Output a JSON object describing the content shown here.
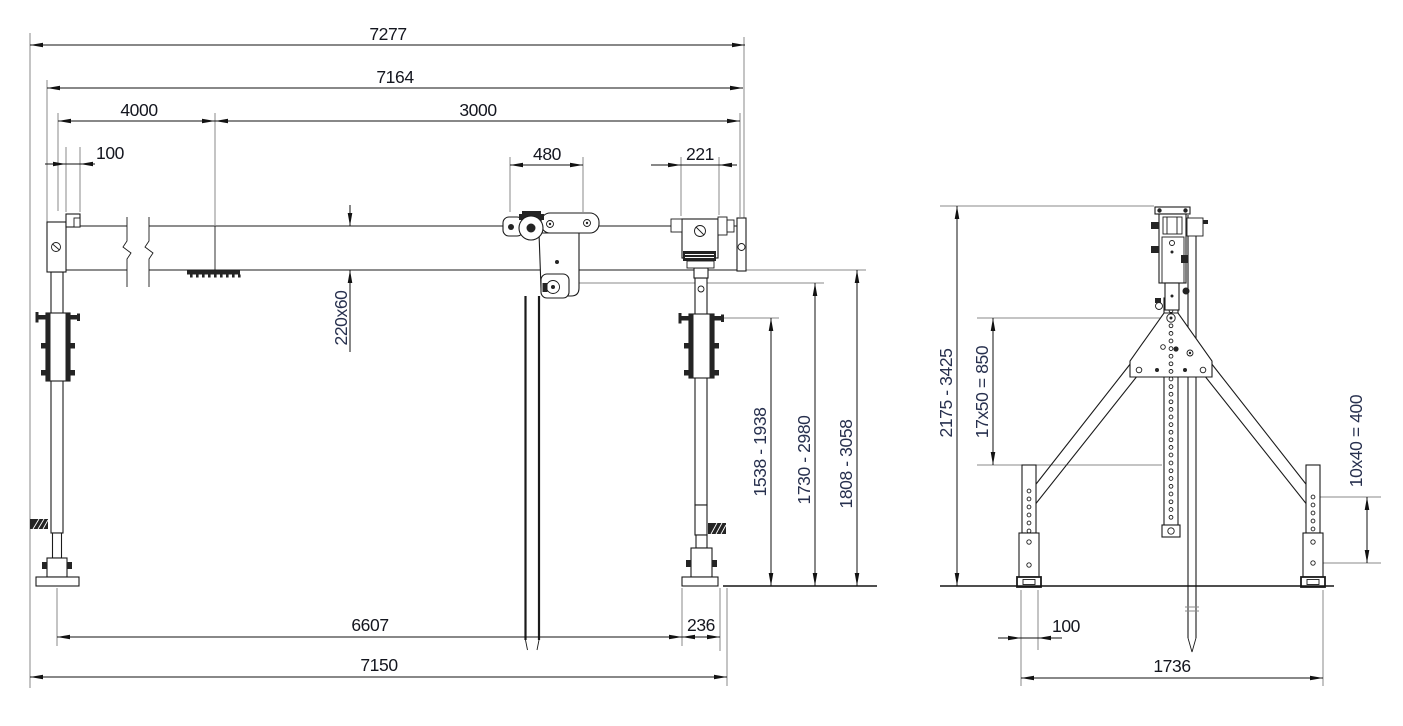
{
  "drawing": {
    "type": "technical-dimension-drawing",
    "subject": "portable gantry crane with chain hoist trolley, front and side elevation",
    "colors": {
      "background": "#ffffff",
      "line": "#1b1b1b",
      "extension_line": "#8a8a8a",
      "dimension_text": "#14161f",
      "rotated_dimension_text": "#27304e"
    },
    "front": {
      "name": "front-elevation",
      "dims": {
        "overall": "7277",
        "beam": "7164",
        "span_a": "4000",
        "span_b": "3000",
        "end_offset": "100",
        "trolley": "480",
        "bracket": "221",
        "profile": "220x60",
        "h1": "1538 - 1938",
        "h2": "1730 - 2980",
        "h3": "1808 - 3058",
        "base_span": "6607",
        "base_offset": "236",
        "base_overall": "7150"
      }
    },
    "side": {
      "name": "side-elevation",
      "dims": {
        "height": "2175 - 3425",
        "mast_holes": "17x50 = 850",
        "leg_holes": "10x40 = 400",
        "foot": "100",
        "width": "1736"
      }
    }
  }
}
